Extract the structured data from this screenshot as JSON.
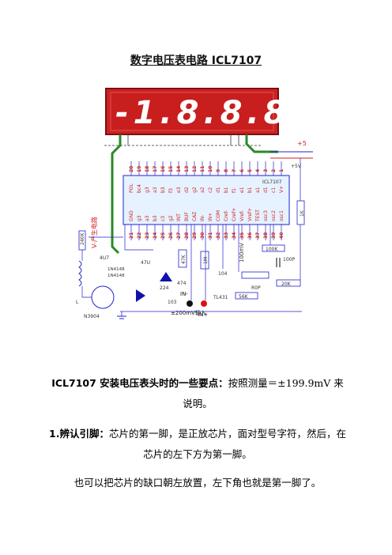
{
  "doc": {
    "title": "数字电压表电路 ICL7107",
    "p1_bold": "ICL7107 安装电压表头时的一些要点：",
    "p1_text": "按照测量＝±199.9mV 来说明。",
    "p2_bold": "1.辨认引脚：",
    "p2_text": "芯片的第一脚，是正放芯片，面对型号字符，然后，在芯片的左下方为第一脚。",
    "p3_text": "也可以把芯片的缺口朝左放置，左下角也就是第一脚了。"
  },
  "schematic": {
    "display_text": "-1.8.8.8.",
    "chip_label": "ICL7107",
    "top_pins": [
      "20",
      "19",
      "18",
      "17",
      "16",
      "15",
      "14",
      "13",
      "12",
      "11",
      "10",
      "9",
      "8",
      "7",
      "6",
      "5",
      "4",
      "3",
      "2",
      "1"
    ],
    "top_names": [
      "POL",
      "bc4",
      "g3",
      "a3",
      "b3",
      "f3",
      "e3",
      "d2",
      "g2",
      "a2",
      "c2",
      "d1",
      "b1",
      "f1",
      "e1",
      "b1",
      "a1",
      "d1",
      "c1",
      "V+"
    ],
    "bottom_pins": [
      "21",
      "22",
      "23",
      "24",
      "25",
      "26",
      "27",
      "28",
      "29",
      "30",
      "31",
      "32",
      "33",
      "34",
      "35",
      "36",
      "37",
      "38",
      "39",
      "40"
    ],
    "bottom_names": [
      "GND",
      "g3",
      "a3",
      "b3",
      "c3",
      "g2",
      "INT",
      "BUF",
      "CAZ",
      "IN-",
      "IN+",
      "COM",
      "Cref-",
      "Cref+",
      "Vref-",
      "Vref+",
      "TEST",
      "osc3",
      "osc2",
      "osc1"
    ],
    "vcc_label": "+5",
    "vcc2_label": "+5V",
    "gen_label": "V-产生电路",
    "r_240k": "240K",
    "c_4u7": "4U7",
    "c_47u": "47U",
    "d1": "1N4148",
    "d2": "1N4148",
    "c_224": "224",
    "c_474": "474",
    "r_47k": "47K",
    "r_1m": "1M",
    "c_104": "104",
    "v_100mv": "100mV",
    "r_100k": "100K",
    "c_100p": "100P",
    "r_1k": "1K",
    "r_20k": "20K",
    "pot_label": "R0P",
    "ic_tl431": "TL431",
    "r_56k": "56K",
    "c_103": "103",
    "in_minus": "IN-",
    "in_plus": "IN+",
    "input_label": "±200mV输入",
    "inductor": "L",
    "transistor": "N3904"
  }
}
